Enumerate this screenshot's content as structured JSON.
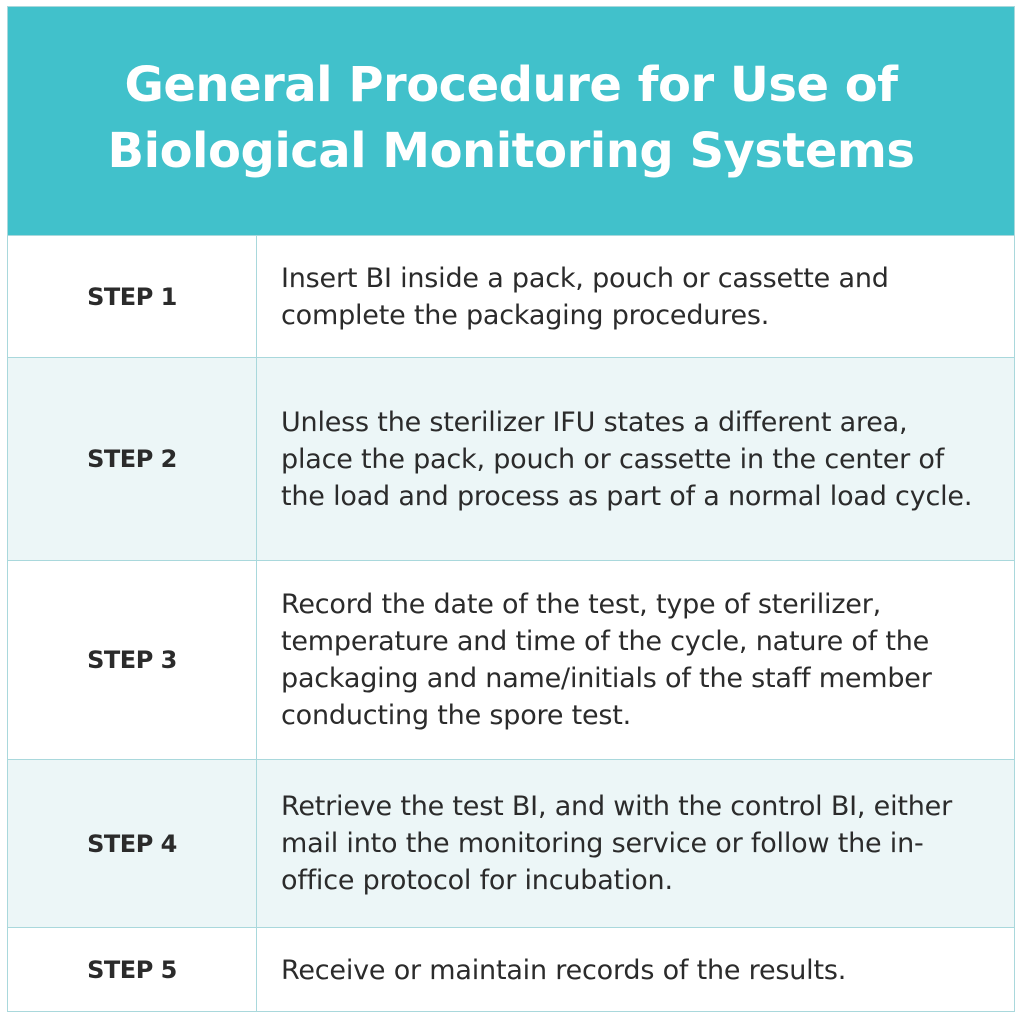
{
  "header": {
    "title": "General Procedure for Use of Biological Monitoring Systems"
  },
  "steps": [
    {
      "label": "STEP 1",
      "text": "Insert BI inside a pack, pouch or cassette and complete the packaging procedures."
    },
    {
      "label": "STEP 2",
      "text": "Unless the sterilizer IFU states a different area, place the pack, pouch or cassette in the center of the load and process as part of a normal load cycle."
    },
    {
      "label": "STEP 3",
      "text": "Record the date of the test, type of sterilizer, temperature and time of the cycle, nature of the packaging and name/initials of the staff member conducting the spore test."
    },
    {
      "label": "STEP 4",
      "text": "Retrieve the test BI, and with the control BI, either mail into the monitoring service or follow the in-office protocol for incubation."
    },
    {
      "label": "STEP 5",
      "text": "Receive or maintain records of the results."
    }
  ],
  "colors": {
    "header_bg": "#41c1cb",
    "alt_row_bg": "#ecf6f7",
    "border": "#a9d8dc",
    "text": "#2b2b2b"
  }
}
